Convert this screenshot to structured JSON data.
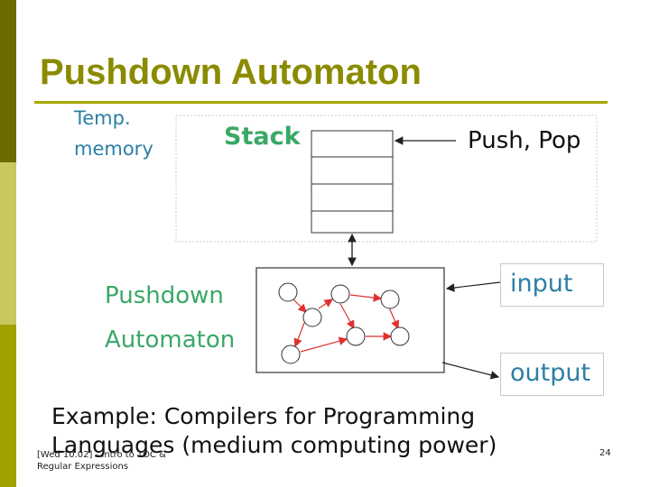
{
  "slide": {
    "title": "Pushdown Automaton",
    "footer_line1": "[Wed 10.02] - Intro to TOC &",
    "footer_line2": "Regular Expressions",
    "page_number": "24"
  },
  "diagram": {
    "memory_label_line1": "Temp.",
    "memory_label_line2": "memory",
    "stack_label": "Stack",
    "push_pop_label": "Push, Pop",
    "automaton_label_line1": "Pushdown",
    "automaton_label_line2": "Automaton",
    "input_label": "input",
    "output_label": "output"
  },
  "example": {
    "line1": "Example: Compilers for Programming",
    "line2": "Languages (medium computing power)"
  },
  "colors": {
    "title": "#8b8b00",
    "label_blue": "#2b7fa6",
    "label_green": "#3aa866",
    "graph_edges": "#e03030"
  }
}
